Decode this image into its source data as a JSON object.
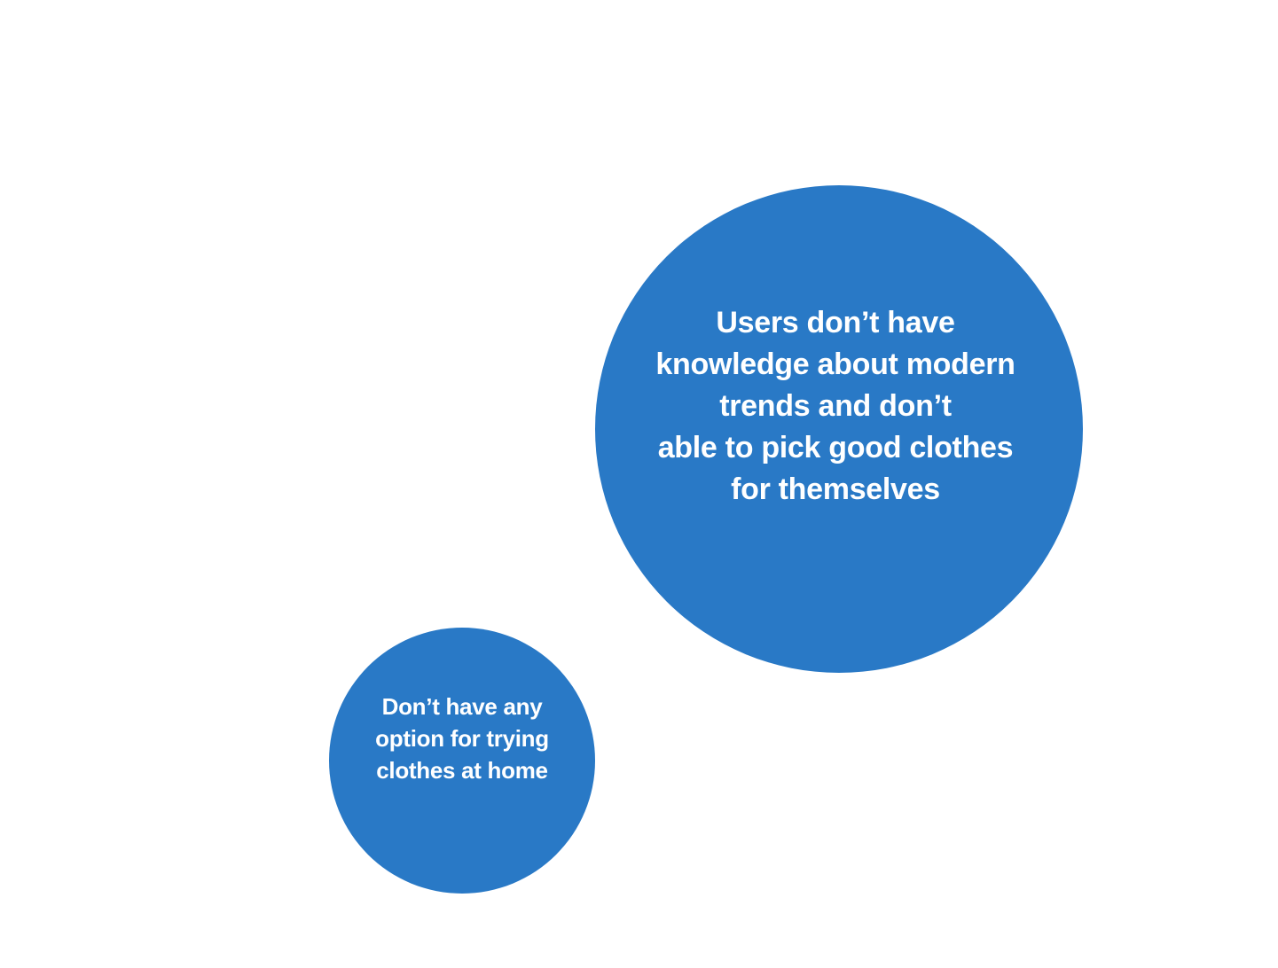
{
  "colors": {
    "background": "#ffffff",
    "bubble_fill": "#2979c6",
    "bubble_text": "#ffffff"
  },
  "bubbles": [
    {
      "lines": [
        "Users don’t have",
        "knowledge about modern",
        "trends and don’t",
        "able to pick good clothes",
        "for themselves"
      ]
    },
    {
      "lines": [
        "Don’t have any",
        "option for trying",
        "clothes at home"
      ]
    }
  ]
}
